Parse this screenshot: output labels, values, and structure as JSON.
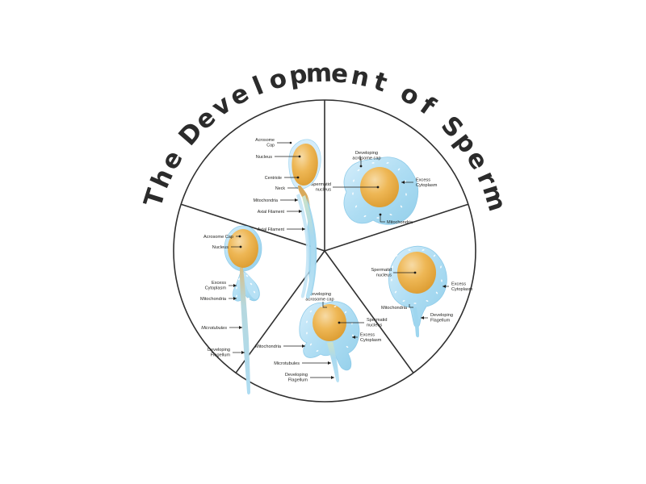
{
  "figure": {
    "title": "The Development of Sperm",
    "kind": "circular-diagram",
    "segments": 5,
    "colors": {
      "outline": "#2f2f2f",
      "title_text": "#2b2b2b",
      "label_text": "#1d1d1b",
      "cytoplasm_light": "#cdeafa",
      "cytoplasm_mid": "#a9d9f2",
      "cytoplasm_edge": "#8ecbe9",
      "nucleus_light": "#f3cd86",
      "nucleus_mid": "#e8ab44",
      "nucleus_dark": "#d99a30",
      "flagellum_green": "#bdd6b8",
      "speckle": "#ffffff"
    },
    "stages": [
      {
        "id": "stage-1-spermatid-round",
        "position": "top-right",
        "labels": [
          "Developing\nacrosome cap",
          "Spermatid\nnucleus",
          "Excess\nCytoplasm",
          "Mitochondria"
        ]
      },
      {
        "id": "stage-2-flagellum-budding",
        "position": "right",
        "labels": [
          "Spermatid\nnucleus",
          "Excess\nCytoplasm",
          "Mitochondria",
          "Developing\nFlagellum"
        ]
      },
      {
        "id": "stage-3-flagellum-elongating",
        "position": "bottom",
        "labels": [
          "Developing\nacrosome cap",
          "Spermatid\nnucleus",
          "Excess\nCytoplasm",
          "Mitochondria",
          "Microtubules",
          "Developing\nFlagellum"
        ]
      },
      {
        "id": "stage-4-condensing",
        "position": "bottom-left",
        "labels": [
          "Acrosome Cap",
          "Nucleus",
          "Excess\nCytoplasm",
          "Mitochondria",
          "Microtubules",
          "Developing\nFlagellum"
        ]
      },
      {
        "id": "stage-5-mature-spermatozoon",
        "position": "top-left",
        "labels": [
          "Acrosome\nCap",
          "Nucleus",
          "Centriole",
          "Neck",
          "Mitochondria",
          "Axial Filament",
          "Axial Filament"
        ]
      }
    ],
    "stage1_labels": {
      "acrosome_l1": "Developing",
      "acrosome_l2": "acrosome cap",
      "nucleus_l1": "Spermatid",
      "nucleus_l2": "nucleus",
      "cytoplasm_l1": "Excess",
      "cytoplasm_l2": "Cytoplasm",
      "mitochondria": "Mitochondria"
    },
    "stage2_labels": {
      "nucleus_l1": "Spermatid",
      "nucleus_l2": "nucleus",
      "cytoplasm_l1": "Excess",
      "cytoplasm_l2": "Cytoplasm",
      "mitochondria": "Mitochondria",
      "flagellum_l1": "Developing",
      "flagellum_l2": "Flagellum"
    },
    "stage3_labels": {
      "acrosome_l1": "Developing",
      "acrosome_l2": "acrosome cap",
      "nucleus_l1": "Spermatid",
      "nucleus_l2": "nucleus",
      "cytoplasm_l1": "Excess",
      "cytoplasm_l2": "Cytoplasm",
      "mitochondria": "Mitochondria",
      "microtubules": "Microtubules",
      "flagellum_l1": "Developing",
      "flagellum_l2": "Flagellum"
    },
    "stage4_labels": {
      "acrosome": "Acrosome Cap",
      "nucleus": "Nucleus",
      "cytoplasm_l1": "Excess",
      "cytoplasm_l2": "Cytoplasm",
      "mitochondria": "Mitochondria",
      "microtubules": "Microtubules",
      "flagellum_l1": "Developing",
      "flagellum_l2": "Flagellum"
    },
    "stage5_labels": {
      "acrosome_l1": "Acrosome",
      "acrosome_l2": "Cap",
      "nucleus": "Nucleus",
      "centriole": "Centriole",
      "neck": "Neck",
      "mitochondria": "Mitochondria",
      "axial1": "Axial Filament",
      "axial2": "Axial Filament"
    }
  }
}
